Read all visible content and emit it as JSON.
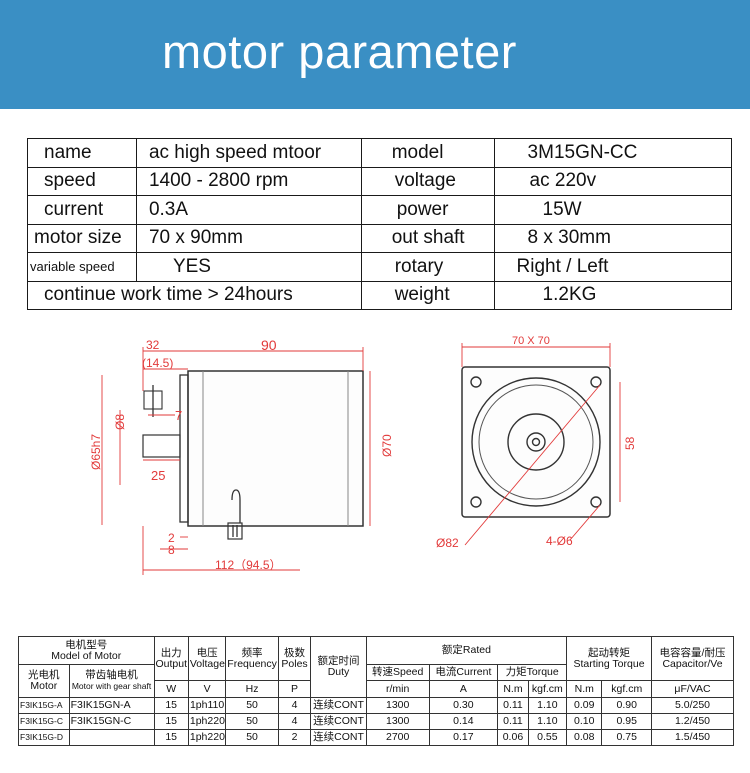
{
  "header": {
    "title": "motor parameter"
  },
  "params": {
    "rows": [
      [
        "name",
        "ac high speed mtoor",
        "model",
        "3M15GN-CC"
      ],
      [
        "speed",
        "1400 - 2800 rpm",
        "voltage",
        "ac 220v"
      ],
      [
        "current",
        "0.3A",
        "power",
        "15W"
      ],
      [
        "motor size",
        "70 x 90mm",
        "out shaft",
        "8 x 30mm"
      ],
      [
        "variable speed",
        "YES",
        "rotary",
        "Right / Left"
      ],
      [
        "continue work time > 24hours",
        "",
        "weight",
        "1.2KG"
      ]
    ]
  },
  "drawing": {
    "side": {
      "dim_total": "32",
      "dim_body": "90",
      "dim_shaft_note": "(14.5)",
      "dim_shaft_dia": "Ø8",
      "dim_key": "7",
      "dim_flange": "Ø65h7",
      "dim_key_len": "25",
      "dim_body_dia": "Ø70",
      "dim_a": "2",
      "dim_b": "8",
      "dim_bottom": "112（94.5）"
    },
    "front": {
      "dim_square": "70 X 70",
      "dim_pitch": "58",
      "dim_circle": "Ø82",
      "dim_holes": "4-Ø6"
    }
  },
  "spec": {
    "h1": {
      "model_cn": "电机型号",
      "model_en": "Model of Motor",
      "output_cn": "出力",
      "output_en": "Output",
      "voltage_cn": "电压",
      "voltage_en": "Voltage",
      "freq_cn": "频率",
      "freq_en": "Frequency",
      "poles_cn": "极数",
      "poles_en": "Poles",
      "rated": "额定Rated",
      "torque_cn": "起动转矩",
      "torque_en": "Starting Torque",
      "cap_cn": "电容容量/耐压",
      "cap_en": "Capacitor/Ve"
    },
    "h2": {
      "plain_cn": "光电机",
      "plain_en": "Motor",
      "gear_cn": "带齿轴电机",
      "gear_en": "Motor with gear shaft",
      "duty_cn": "额定时间",
      "duty_en": "Duty",
      "speed": "转速Speed",
      "current": "电流Current",
      "torque": "力矩Torque"
    },
    "units": [
      "W",
      "V",
      "Hz",
      "P",
      "r/min",
      "A",
      "N.m",
      "kgf.cm",
      "N.m",
      "kgf.cm",
      "μF/VAC"
    ],
    "rows": [
      [
        "F3IK15G-A",
        "F3IK15GN-A",
        "15",
        "1ph110",
        "50",
        "4",
        "连续CONT",
        "1300",
        "0.30",
        "0.11",
        "1.10",
        "0.09",
        "0.90",
        "5.0/250"
      ],
      [
        "F3IK15G-C",
        "F3IK15GN-C",
        "15",
        "1ph220",
        "50",
        "4",
        "连续CONT",
        "1300",
        "0.14",
        "0.11",
        "1.10",
        "0.10",
        "0.95",
        "1.2/450"
      ],
      [
        "F3IK15G-D",
        "",
        "15",
        "1ph220",
        "50",
        "2",
        "连续CONT",
        "2700",
        "0.17",
        "0.06",
        "0.55",
        "0.08",
        "0.75",
        "1.5/450"
      ]
    ]
  }
}
